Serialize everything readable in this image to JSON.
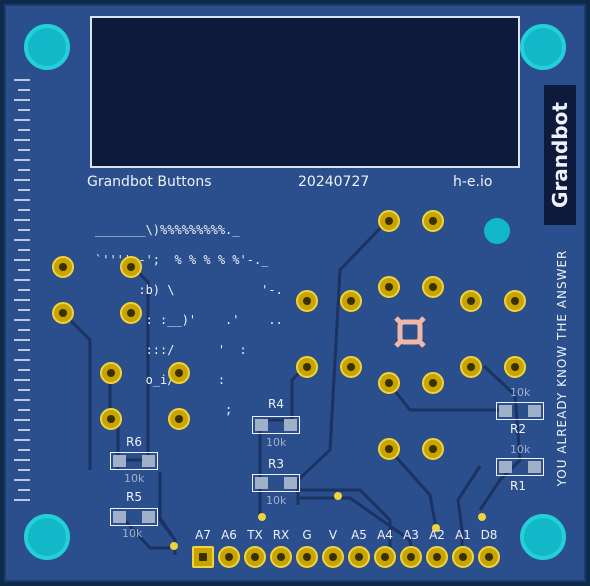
{
  "board": {
    "title": "Grandbot Buttons",
    "date": "20240727",
    "url": "h-e.io",
    "brand": "Grandbot",
    "slogan": "YOU ALREADY KNOW THE ANSWER"
  },
  "ascii_art": [
    "_______\\)%%%%%%%%%._",
    "`''''--';  % % % % %'-._",
    "      :b) \\            '-.",
    "       : :__)'    .'    ..",
    "       :::/      '  :",
    "       o_i/      :",
    "                  ;"
  ],
  "resistors": [
    {
      "ref": "R1",
      "value": "10k"
    },
    {
      "ref": "R2",
      "value": "10k"
    },
    {
      "ref": "R3",
      "value": "10k"
    },
    {
      "ref": "R4",
      "value": "10k"
    },
    {
      "ref": "R5",
      "value": "10k"
    },
    {
      "ref": "R6",
      "value": "10k"
    }
  ],
  "header_pins": [
    "A7",
    "A6",
    "TX",
    "RX",
    "G",
    "V",
    "A5",
    "A4",
    "A3",
    "A2",
    "A1",
    "D8"
  ],
  "colors": {
    "board": "#2b4e8d",
    "copper_pad": "#c8a400",
    "mount_hole": "#13b8c8",
    "silkscreen": "#eef2f8",
    "fiducial": "#f0b8a8"
  }
}
